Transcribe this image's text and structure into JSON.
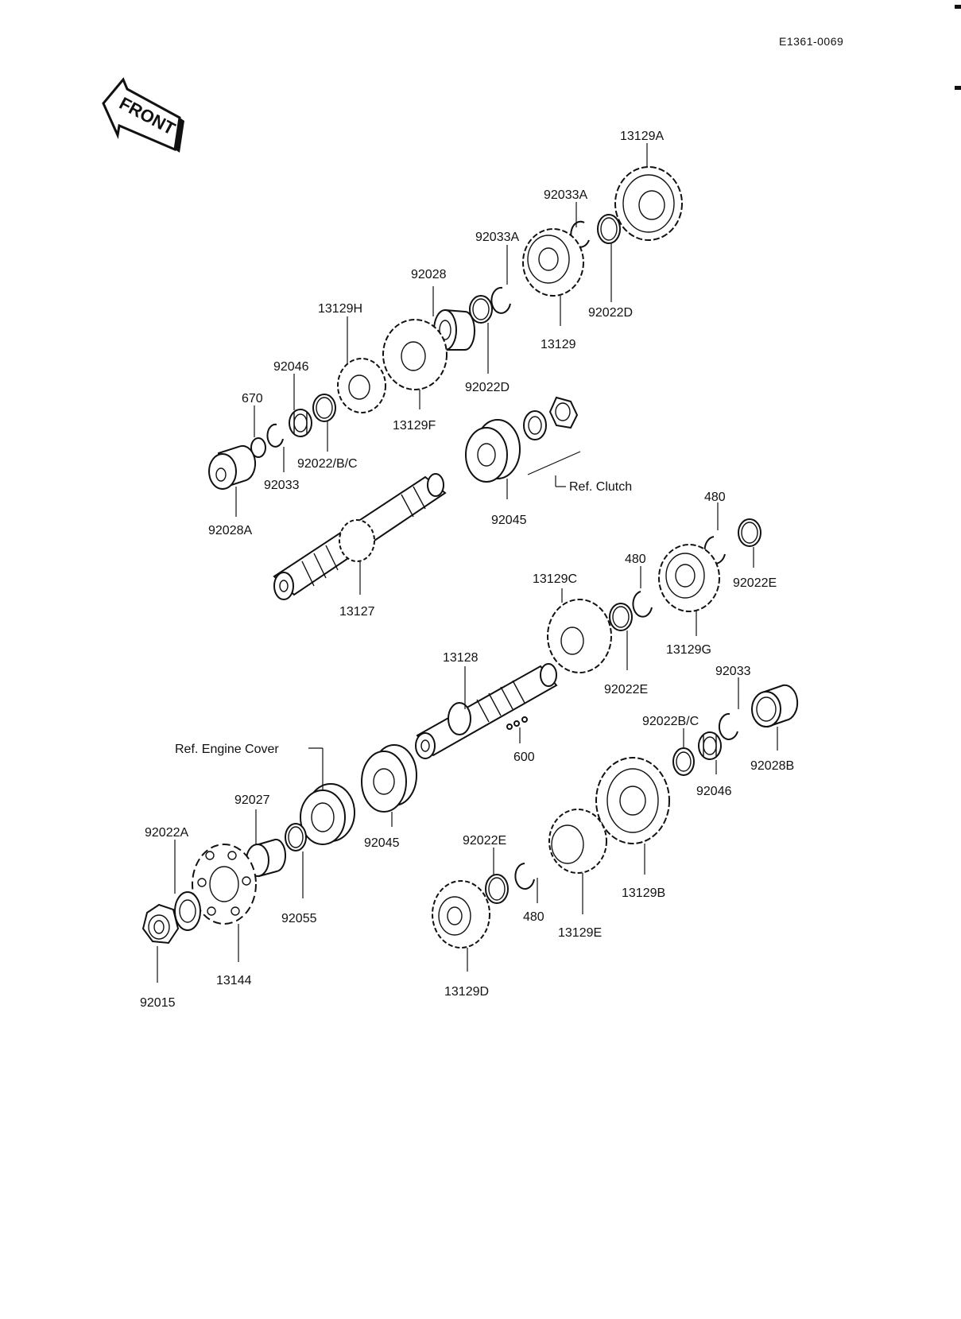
{
  "drawing_code": "E1361-0069",
  "front_arrow_text": "FRONT",
  "refs": {
    "clutch": "Ref. Clutch",
    "engine_cover": "Ref. Engine Cover"
  },
  "labels": {
    "p13129A": "13129A",
    "p92033A_1": "92033A",
    "p92033A_2": "92033A",
    "p92028": "92028",
    "p92022D_1": "92022D",
    "p92022D_2": "92022D",
    "p13129": "13129",
    "p13129H": "13129H",
    "p92046_1": "92046",
    "p670": "670",
    "p92022BC_1": "92022/B/C",
    "p92033_1": "92033",
    "p92028A": "92028A",
    "p13129F": "13129F",
    "p92045_1": "92045",
    "p13127": "13127",
    "p480_1": "480",
    "p480_2": "480",
    "p92022E_1": "92022E",
    "p13129C": "13129C",
    "p13129G": "13129G",
    "p92022E_2": "92022E",
    "p13128": "13128",
    "p92033_2": "92033",
    "p92022BC_2": "92022B/C",
    "p92028B": "92028B",
    "p600": "600",
    "p92046_2": "92046",
    "p92027": "92027",
    "p92022A": "92022A",
    "p92045_2": "92045",
    "p92055": "92055",
    "p13144": "13144",
    "p92015": "92015",
    "p92022E_3": "92022E",
    "p480_3": "480",
    "p13129E": "13129E",
    "p13129B": "13129B",
    "p13129D": "13129D"
  }
}
